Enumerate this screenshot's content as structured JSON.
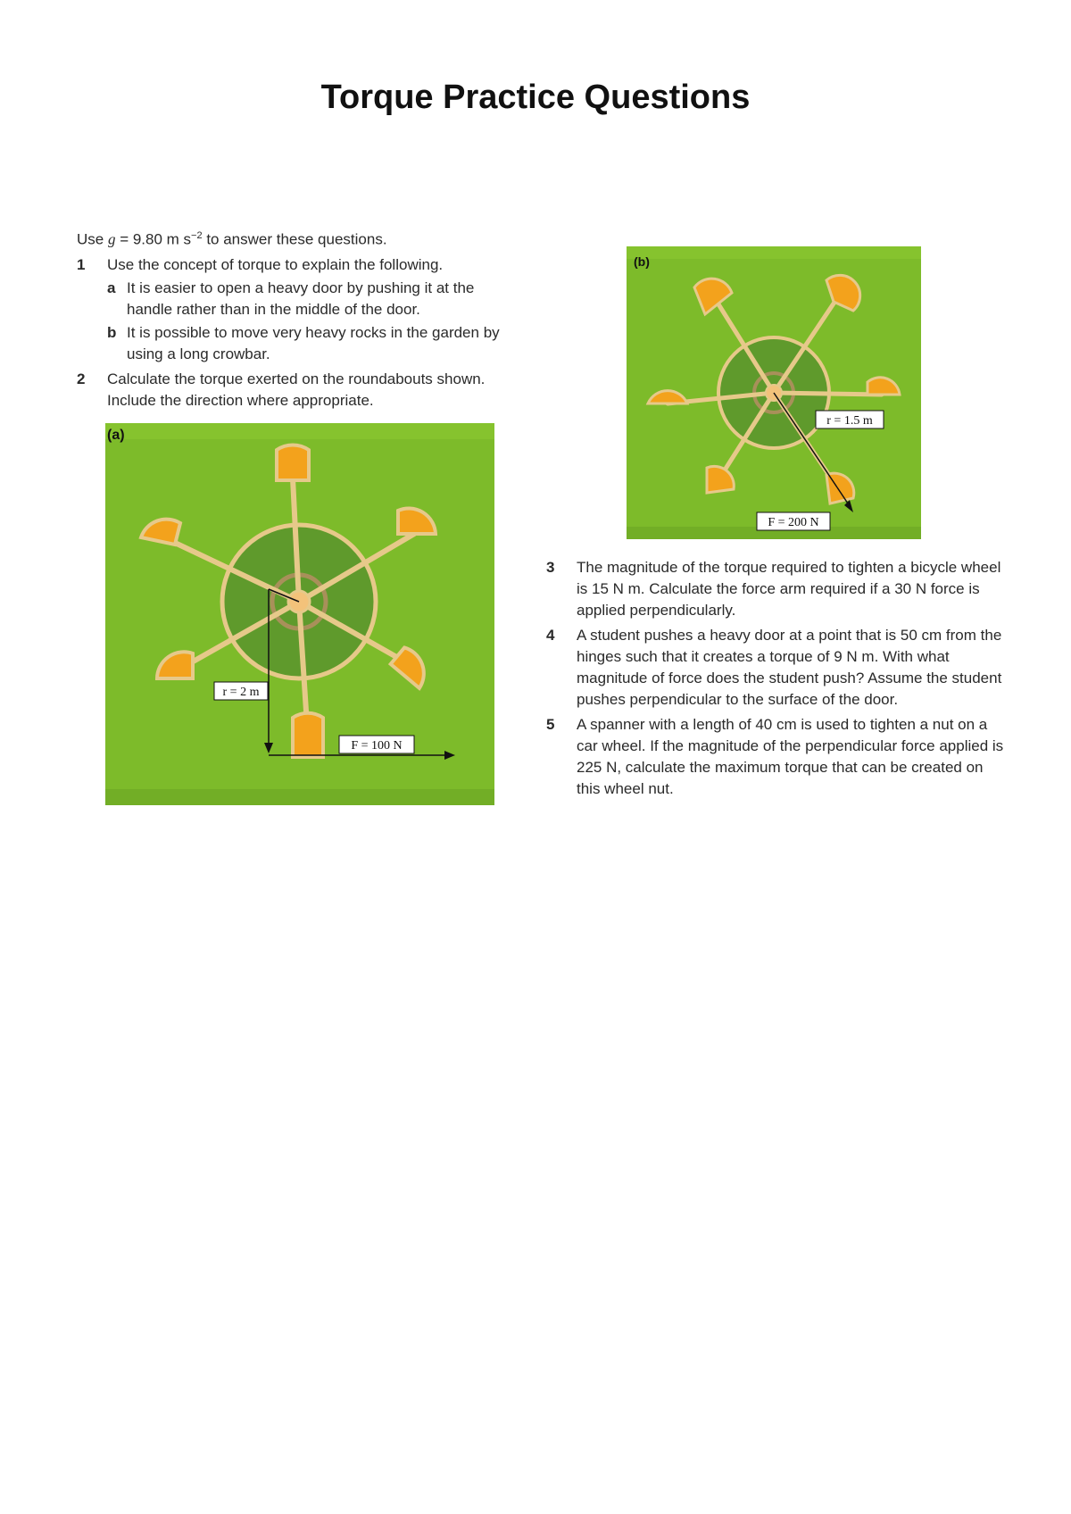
{
  "page_title": "Torque Practice Questions",
  "intro": {
    "prefix": "Use ",
    "variable": "g",
    "value": " = 9.80 m s",
    "exponent": "−2",
    "suffix": " to answer these questions."
  },
  "questions": [
    {
      "number": "1",
      "text": "Use the concept of torque to explain the following.",
      "parts": [
        {
          "letter": "a",
          "text": "It is easier to open a heavy door by pushing it at the handle rather than in the middle of the door."
        },
        {
          "letter": "b",
          "text": "It is possible to move very heavy rocks in the garden by using a long crowbar."
        }
      ]
    },
    {
      "number": "2",
      "text": "Calculate the torque exerted on the roundabouts shown. Include the direction where appropriate."
    },
    {
      "number": "3",
      "text": "The magnitude of the torque required to tighten a bicycle wheel is 15 N m. Calculate the force arm required if a 30 N force is applied perpendicularly."
    },
    {
      "number": "4",
      "text": "A student pushes a heavy door at a point that is 50 cm from the hinges such that it creates a torque of 9 N m. With what magnitude of force does the student push? Assume the student pushes perpendicular to the surface of the door."
    },
    {
      "number": "5",
      "text": "A spanner with a length of 40 cm is used to tighten a nut on a car wheel. If the magnitude of the perpendicular force applied is 225 N, calculate the maximum torque that can be created on this wheel nut."
    }
  ],
  "figures": {
    "a": {
      "label": "(a)",
      "radius_label": "r = 2 m",
      "force_label": "F = 100 N"
    },
    "b": {
      "label": "(b)",
      "radius_label": "r = 1.5 m",
      "force_label": "F = 200 N"
    }
  },
  "colors": {
    "grass": "#7dbb2a",
    "hub": "#5f9a2c",
    "spoke": "#e6c98a",
    "seat": "#f3a21c"
  }
}
